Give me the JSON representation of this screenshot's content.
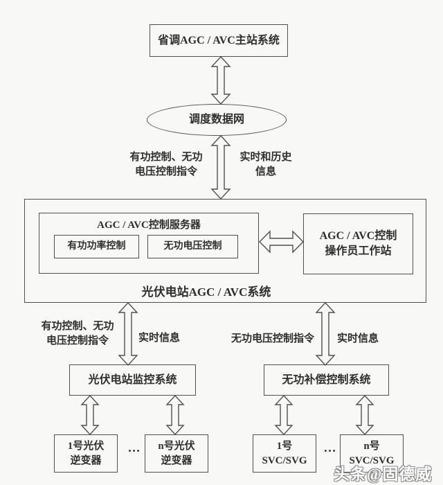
{
  "nodes": {
    "master_station": "省调AGC / AVC主站系统",
    "dispatch_network": "调度数据网",
    "plant_system_label": "光伏电站AGC / AVC系统",
    "control_server_title": "AGC / AVC控制服务器",
    "active_power_control": "有功功率控制",
    "reactive_voltage_control": "无功电压控制",
    "operator_workstation": "AGC / AVC控制\n操作员工作站",
    "pv_monitoring_system": "光伏电站监控系统",
    "reactive_compensation_system": "无功补偿控制系统",
    "inverter_1": "1号光伏\n逆变器",
    "inverter_n": "n号光伏\n逆变器",
    "svc_1": "1号\nSVC/SVG",
    "svc_n": "n号\nSVC/SVG"
  },
  "link_labels": {
    "network_up_left": "有功控制、无功\n电压控制指令",
    "network_up_right": "实时和历史\n信息",
    "monitor_left": "有功控制、无功\n电压控制指令",
    "monitor_right": "实时信息",
    "compensation_left": "无功电压控制指令",
    "compensation_right": "实时信息"
  },
  "ellipsis": "…",
  "watermark": "头条@固德威",
  "colors": {
    "background": "#f8f8f7",
    "line": "#4f4f4f",
    "text": "#2e2e2e",
    "watermark_fill": "#ffffff",
    "watermark_outline": "#8a8a8a"
  }
}
